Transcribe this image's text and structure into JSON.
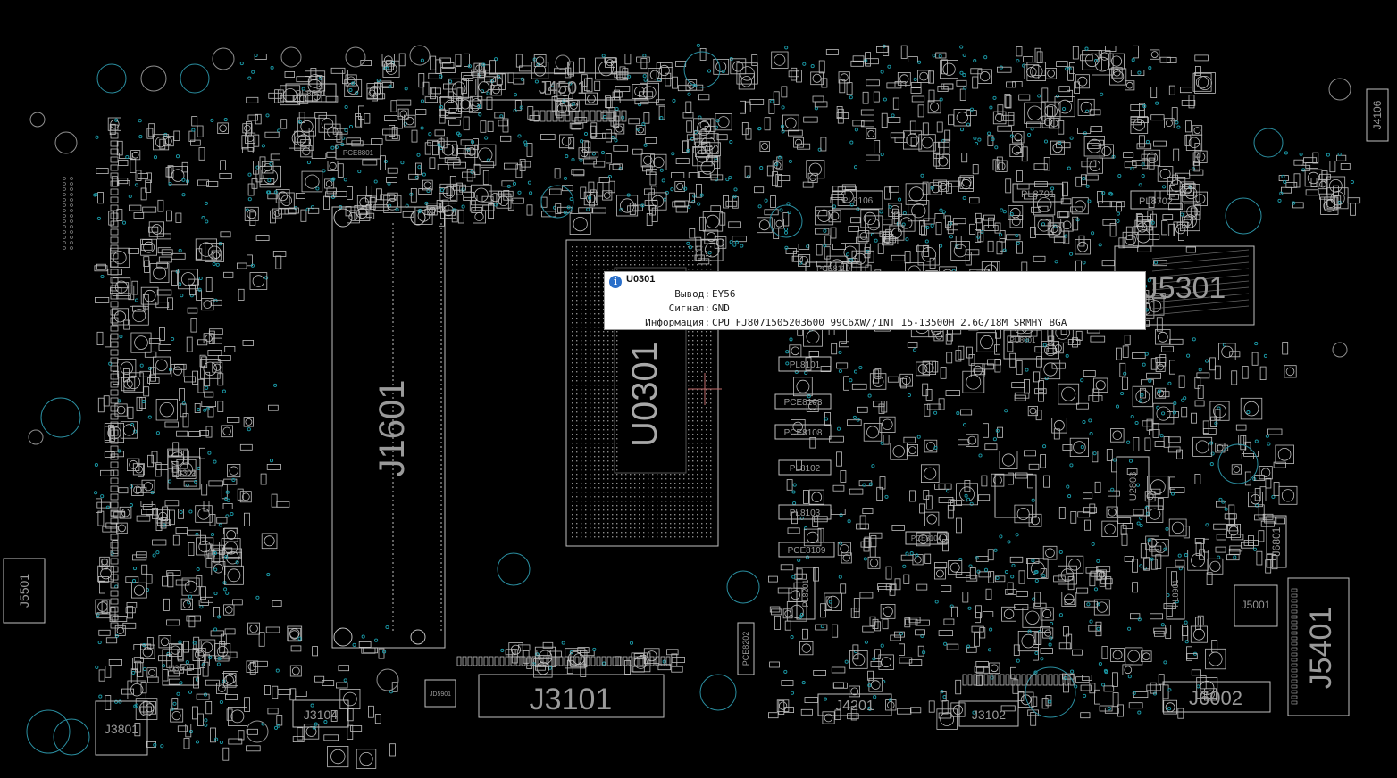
{
  "board_labels": {
    "j4501": "J4501",
    "j1601": "J1601",
    "u0301": "U0301",
    "j5301": "J5301",
    "j3101": "J3101",
    "j3104": "J3104",
    "j3801": "J3801",
    "j5501": "J5501",
    "j4201": "J4201",
    "j3102": "J3102",
    "j6002": "J6002",
    "j5401": "J5401",
    "j6801": "J6801",
    "j5001": "J5001",
    "j4106": "J4106",
    "pl8601": "PL8601",
    "pce8801": "PCE8801",
    "pl8701": "PL8701",
    "pl8702": "PL8702",
    "pl8106": "PL8106",
    "pce8110": "PCE8110",
    "pu8001": "PU8001",
    "pl8101": "PL8101",
    "pce8103": "PCE8103",
    "pce8108": "PCE8108",
    "pl8102": "PL8102",
    "pl8103": "PL8103",
    "pce8109": "PCE8109",
    "pce8202": "PCE8202",
    "pl8201": "PL8201",
    "pl8901": "PL8901",
    "pce8104": "PCE8104",
    "u2803": "U2803",
    "u3601": "U3601",
    "u3302": "U3302",
    "jd5901": "JD5901"
  },
  "tooltip": {
    "title": "U0301",
    "rows": [
      {
        "key": "Вывод:",
        "value": "EY56"
      },
      {
        "key": "Сигнал:",
        "value": "GND"
      },
      {
        "key": "Информация:",
        "value": "CPU FJ8071505203600 99C6XW//INT I5-13500H 2.6G/18M SRMHY BGA"
      }
    ]
  },
  "colors": {
    "background": "#000000",
    "outline": "#bfbfbf",
    "via": "#1a9aa8",
    "tooltip_bg": "#ffffff",
    "info_icon": "#2a6fc9"
  }
}
